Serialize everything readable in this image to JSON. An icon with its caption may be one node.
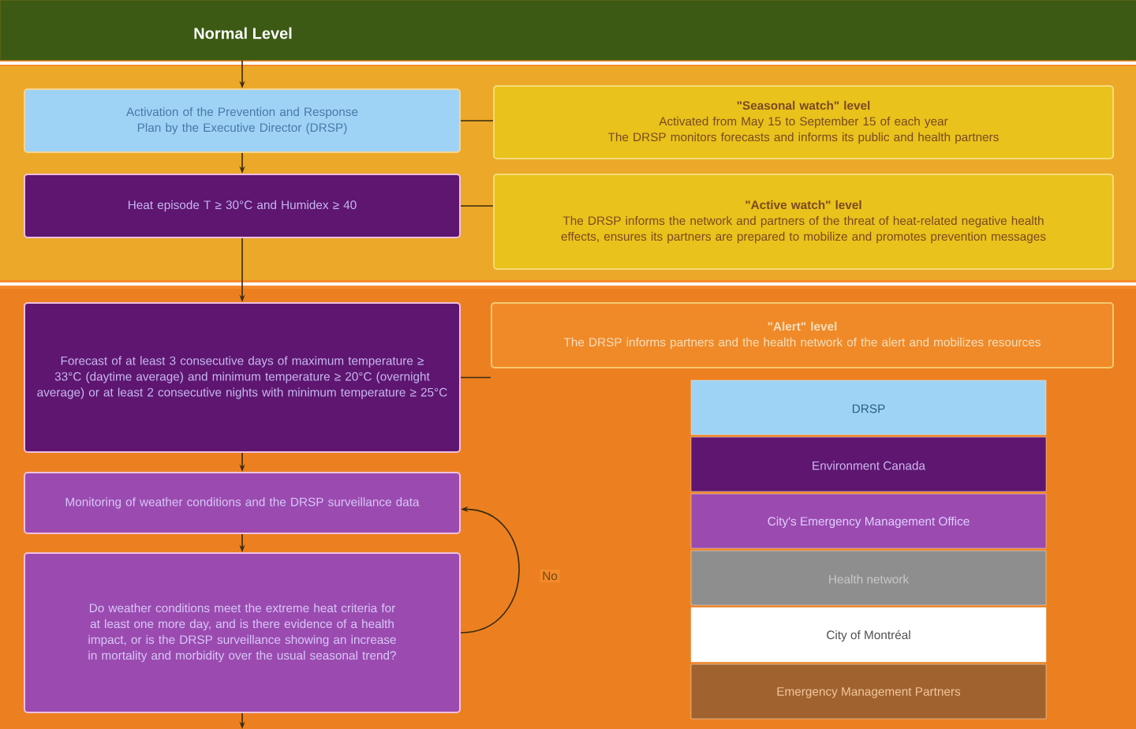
{
  "diagram": {
    "nodes": [
      {
        "text": [
          "Normal Level"
        ]
      },
      {
        "text": [
          "Activation of the Prevention and Response Plan by the Executive Director (DRSP)"
        ]
      },
      {
        "text": [
          "\"Seasonal watch\" level",
          "Activated from May 15 to September 15 of each year",
          "The DRSP monitors forecasts and informs its public and health partners"
        ]
      },
      {
        "text": [
          "Heat episode T ≥ 30°C and Humidex ≥ 40"
        ]
      },
      {
        "text": [
          "\"Active watch\" level",
          "The DRSP informs the network and partners of the threat of heat-related negative health effects, ensures its partners are prepared to mobilize and promotes prevention messages"
        ]
      },
      {
        "text": [
          "Forecast of at least 3 consecutive days of maximum temperature ≥ 33°C (daytime average) and minimum temperature ≥ 20°C (overnight average) or at least 2 consecutive nights with minimum temperature ≥ 25°C"
        ]
      },
      {
        "text": [
          "\"Alert\" level",
          "The DRSP informs partners and the health network of the alert and mobilizes resources"
        ]
      },
      {
        "text": [
          "Monitoring of weather conditions and the DRSP surveillance data"
        ]
      },
      {
        "text": [
          "Do weather conditions meet the extreme heat criteria for at least one more day, and is there evidence of a health impact, or is the DRSP surveillance showing an increase in mortality and morbidity over the usual seasonal trend?"
        ]
      }
    ],
    "edges": [
      {
        "from": 0,
        "to": 1,
        "arrow": "to"
      },
      {
        "from": 1,
        "to": 3,
        "arrow": "to"
      },
      {
        "from": 3,
        "to": 5,
        "arrow": "to"
      },
      {
        "from": 5,
        "to": 7,
        "arrow": "to"
      },
      {
        "from": 7,
        "to": 8,
        "arrow": "to"
      },
      {
        "from": 8,
        "to": null,
        "arrow": "to"
      },
      {
        "from": 8,
        "to": 7,
        "arrow": "to",
        "label": "No"
      },
      {
        "from": 1,
        "to": 2,
        "arrow": "none"
      },
      {
        "from": 3,
        "to": 4,
        "arrow": "none"
      },
      {
        "from": 5,
        "to": 6,
        "arrow": "none"
      }
    ],
    "legend": [
      {
        "text": "DRSP",
        "color": "#9fd3f5"
      },
      {
        "text": "Environment Canada",
        "color": "#5e1670"
      },
      {
        "text": "City's Emergency Management Office",
        "color": "#9b4bb0"
      },
      {
        "text": "Health network",
        "color": "#8e8e8e"
      },
      {
        "text": "City of Montréal",
        "color": "#ffffff"
      },
      {
        "text": "Emergency Management Partners",
        "color": "#a0622e"
      }
    ]
  }
}
